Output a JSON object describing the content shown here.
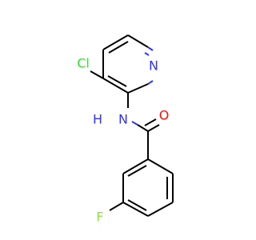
{
  "molecule": {
    "atoms": {
      "cl": {
        "label": "Cl",
        "color": "#1ff01f"
      },
      "n_ring": {
        "label": "N",
        "color": "#3333ff"
      },
      "nh_n": {
        "label": "N",
        "color": "#3333ff"
      },
      "nh_h": {
        "label": "H",
        "color": "#3333ff"
      },
      "o": {
        "label": "O",
        "color": "#ff0d0d"
      },
      "f": {
        "label": "F",
        "color": "#90e050"
      }
    }
  }
}
